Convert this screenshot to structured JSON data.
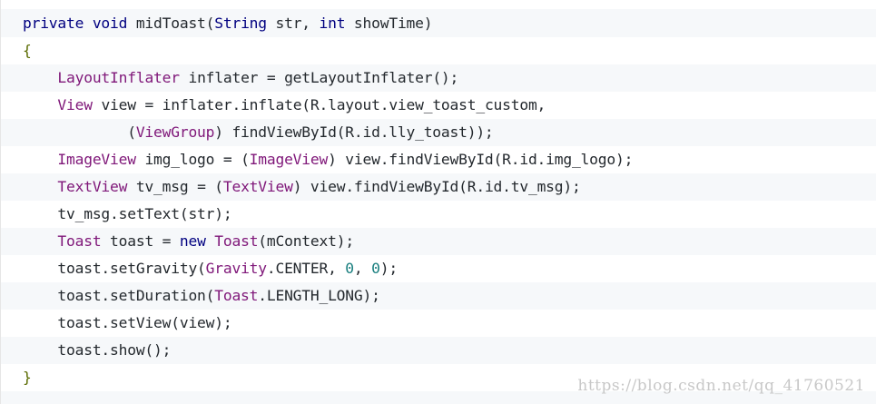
{
  "code": {
    "language": "java",
    "lines": [
      [
        {
          "t": "private void ",
          "c": "kw"
        },
        {
          "t": "midToast",
          "c": "plain"
        },
        {
          "t": "(",
          "c": "punc"
        },
        {
          "t": "String",
          "c": "kw"
        },
        {
          "t": " str, ",
          "c": "plain"
        },
        {
          "t": "int",
          "c": "kw"
        },
        {
          "t": " showTime)",
          "c": "plain"
        }
      ],
      [
        {
          "t": "{",
          "c": "brace"
        }
      ],
      [
        {
          "t": "    ",
          "c": "plain"
        },
        {
          "t": "LayoutInflater",
          "c": "type"
        },
        {
          "t": " inflater = getLayoutInflater();",
          "c": "plain"
        }
      ],
      [
        {
          "t": "    ",
          "c": "plain"
        },
        {
          "t": "View",
          "c": "type"
        },
        {
          "t": " view = inflater.inflate(R.layout.view_toast_custom,",
          "c": "plain"
        }
      ],
      [
        {
          "t": "            (",
          "c": "plain"
        },
        {
          "t": "ViewGroup",
          "c": "type"
        },
        {
          "t": ") findViewById(R.id.lly_toast));",
          "c": "plain"
        }
      ],
      [
        {
          "t": "    ",
          "c": "plain"
        },
        {
          "t": "ImageView",
          "c": "type"
        },
        {
          "t": " img_logo = (",
          "c": "plain"
        },
        {
          "t": "ImageView",
          "c": "type"
        },
        {
          "t": ") view.findViewById(R.id.img_logo);",
          "c": "plain"
        }
      ],
      [
        {
          "t": "    ",
          "c": "plain"
        },
        {
          "t": "TextView",
          "c": "type"
        },
        {
          "t": " tv_msg = (",
          "c": "plain"
        },
        {
          "t": "TextView",
          "c": "type"
        },
        {
          "t": ") view.findViewById(R.id.tv_msg);",
          "c": "plain"
        }
      ],
      [
        {
          "t": "    tv_msg.setText(str);",
          "c": "plain"
        }
      ],
      [
        {
          "t": "    ",
          "c": "plain"
        },
        {
          "t": "Toast",
          "c": "type"
        },
        {
          "t": " toast = ",
          "c": "plain"
        },
        {
          "t": "new",
          "c": "kw"
        },
        {
          "t": " ",
          "c": "plain"
        },
        {
          "t": "Toast",
          "c": "type"
        },
        {
          "t": "(mContext);",
          "c": "plain"
        }
      ],
      [
        {
          "t": "    toast.setGravity(",
          "c": "plain"
        },
        {
          "t": "Gravity",
          "c": "type"
        },
        {
          "t": ".CENTER, ",
          "c": "plain"
        },
        {
          "t": "0",
          "c": "num"
        },
        {
          "t": ", ",
          "c": "plain"
        },
        {
          "t": "0",
          "c": "num"
        },
        {
          "t": ");",
          "c": "plain"
        }
      ],
      [
        {
          "t": "    toast.setDuration(",
          "c": "plain"
        },
        {
          "t": "Toast",
          "c": "type"
        },
        {
          "t": ".LENGTH_LONG);",
          "c": "plain"
        }
      ],
      [
        {
          "t": "    toast.setView(view);",
          "c": "plain"
        }
      ],
      [
        {
          "t": "    toast.show();",
          "c": "plain"
        }
      ],
      [
        {
          "t": "}",
          "c": "brace"
        }
      ]
    ]
  },
  "watermark": "https://blog.csdn.net/qq_41760521",
  "colors": {
    "keyword": "#000080",
    "type": "#80197a",
    "plain": "#24292e",
    "number": "#1a7f7f",
    "brace": "#5a6b00",
    "background": "#f6f8fa"
  }
}
